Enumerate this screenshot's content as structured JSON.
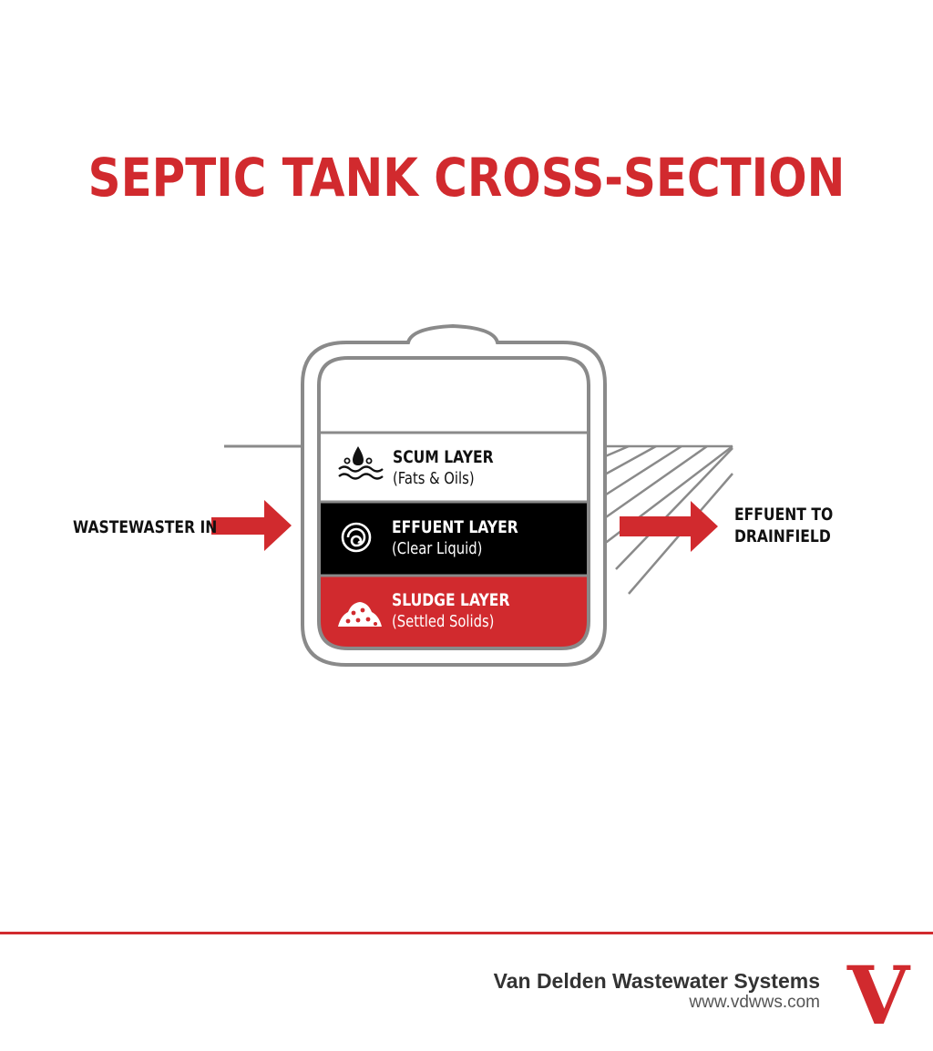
{
  "title": "SEPTIC TANK CROSS-SECTION",
  "inlet": {
    "label": "WASTEWASTER IN"
  },
  "outlet": {
    "line1": "EFFUENT TO",
    "line2": "DRAINFIELD"
  },
  "layers": [
    {
      "name": "SCUM LAYER",
      "detail": "(Fats & Oils)",
      "icon": "drop-waves-icon"
    },
    {
      "name": "EFFUENT LAYER",
      "detail": "(Clear Liquid)",
      "icon": "spiral-icon"
    },
    {
      "name": "SLUDGE LAYER",
      "detail": "(Settled Solids)",
      "icon": "solids-pile-icon"
    }
  ],
  "footer": {
    "company": "Van Delden Wastewater Systems",
    "website": "www.vdwws.com",
    "logo_letter": "V"
  },
  "colors": {
    "accent_red": "#d12a2e",
    "effluent_black": "#000000",
    "tank_gray": "#8a8a8a",
    "text_dark": "#111111"
  }
}
